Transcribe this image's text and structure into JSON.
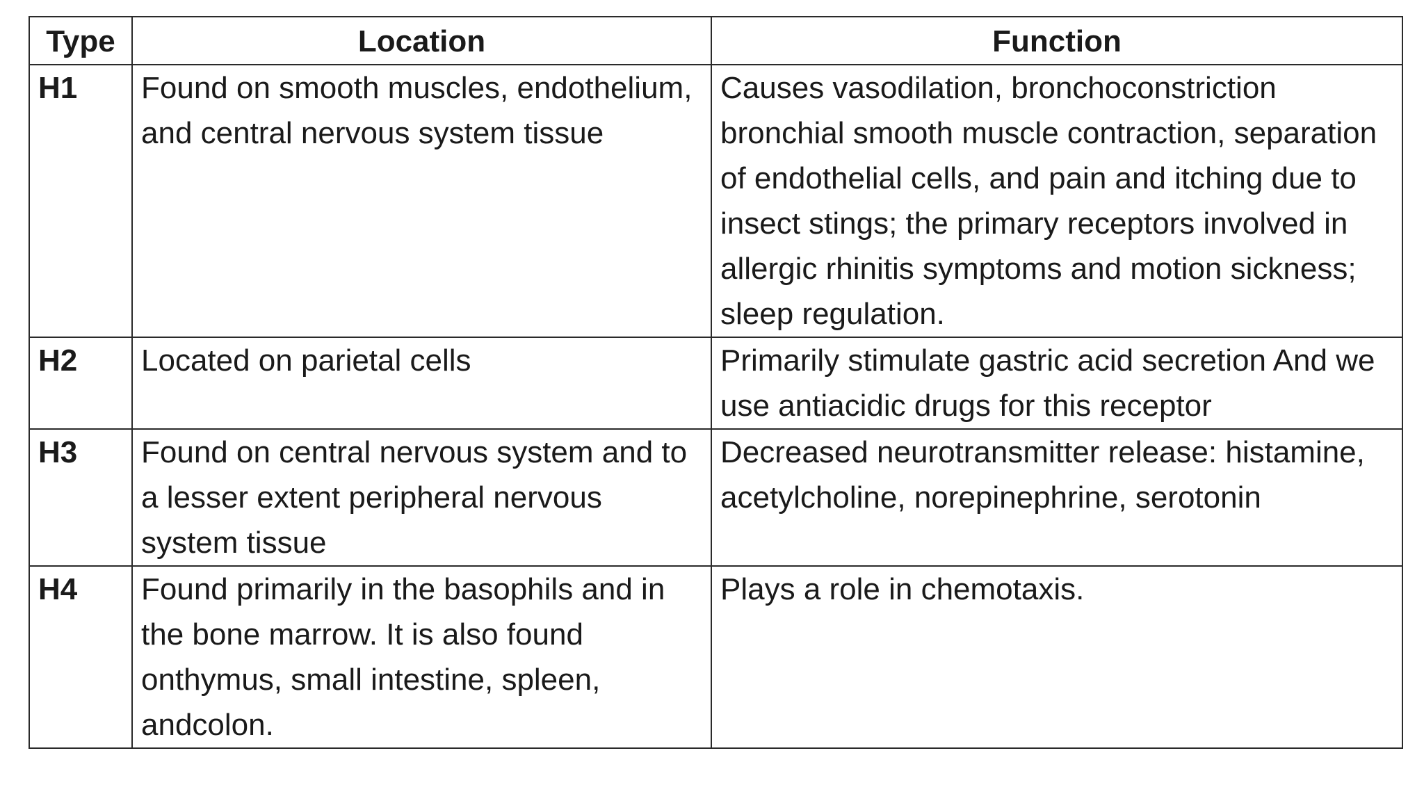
{
  "table": {
    "headers": [
      "Type",
      "Location",
      "Function"
    ],
    "rows": [
      {
        "type": "H1",
        "location": "Found on smooth muscles, endothelium, and central nervous system tissue",
        "function": "Causes vasodilation, bronchoconstriction bronchial smooth muscle contraction, separation of endothelial cells, and pain and itching due to insect stings; the primary receptors involved in allergic rhinitis symptoms and motion sickness; sleep regulation."
      },
      {
        "type": "H2",
        "location": "Located on parietal cells",
        "function": "Primarily stimulate gastric acid secretion And we use antiacidic drugs for this receptor"
      },
      {
        "type": "H3",
        "location": "Found on central nervous system and to a lesser extent peripheral nervous system tissue",
        "function": "Decreased neurotransmitter release: histamine, acetylcholine, norepinephrine, serotonin"
      },
      {
        "type": "H4",
        "location": "Found primarily in the basophils and in the bone marrow. It is also found onthymus, small intestine, spleen, andcolon.",
        "function": "Plays a role in chemotaxis."
      }
    ]
  }
}
